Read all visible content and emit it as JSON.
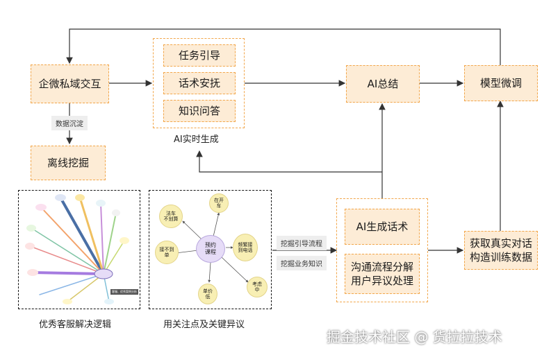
{
  "nodes": {
    "enterprise": "企微私域交互",
    "offline": "离线挖掘",
    "task_guide": "任务引导",
    "script_soothe": "话术安抚",
    "knowledge_qa": "知识问答",
    "ai_summary": "AI总结",
    "model_finetune": "模型微调",
    "ai_gen_script": "AI生成话术",
    "flow_decompose_1": "沟通流程分解",
    "flow_decompose_2": "用户异议处理",
    "real_dialog_1": "获取真实对话",
    "real_dialog_2": "构造训练数据"
  },
  "labels": {
    "data_sink": "数据沉淀",
    "realtime_gen": "AI实时生成",
    "mine_guide_flow": "挖掘引导流程",
    "mine_business_knowledge": "挖掘业务知识",
    "service_logic": "优秀客服解决逻辑",
    "focus_points": "用关注点及关键异议"
  },
  "panel_left": {
    "mini_tag": "客服、优秀案例分析"
  },
  "panel_middle": {
    "center": "预约\n课程",
    "bubbles": [
      "法车\n不划算",
      "在开\n车",
      "接不到\n单",
      "频繁接\n到电话",
      "考虑\n中",
      "单价\n低"
    ]
  },
  "watermark": "掘金技术社区 @ 货拉拉技术",
  "colors": {
    "box_fill": "#fdecd6",
    "box_border": "#f2a64a",
    "bubble_fill": "#f8efb4",
    "center_fill": "#e6dcf7"
  }
}
